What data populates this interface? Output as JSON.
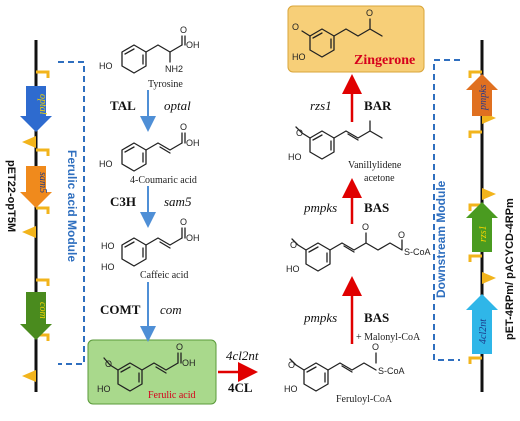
{
  "left_plasmid": {
    "name": "pET22-opT5M",
    "module": "Ferulic acid Module",
    "genes": [
      "optal",
      "sam5",
      "com"
    ],
    "gene_colors": [
      "#2e6bcf",
      "#f08a1c",
      "#4a8b1e"
    ]
  },
  "right_plasmid": {
    "name": "pET-4RPm/ pACYCD-4RPm",
    "module": "Downstream Module",
    "genes": [
      "pmpks",
      "rzs1",
      "4cl2nt"
    ],
    "gene_colors": [
      "#e07020",
      "#4a9b20",
      "#2fb6e8"
    ]
  },
  "pathway": {
    "tyrosine": "Tyrosine",
    "coumaric": "4-Coumaric acid",
    "caffeic": "Caffeic acid",
    "ferulic": "Ferulic acid",
    "feruloyl": "Feruloyl-CoA",
    "vanillylidene_1": "Vanillylidene",
    "vanillylidene_2": "acetone",
    "zingerone": "Zingerone",
    "malonyl": "+ Malonyl-CoA"
  },
  "steps": {
    "tal_enzyme": "TAL",
    "tal_gene": "optal",
    "c3h_enzyme": "C3H",
    "c3h_gene": "sam5",
    "comt_enzyme": "COMT",
    "comt_gene": "com",
    "cl_enzyme": "4CL",
    "cl_gene": "4cl2nt",
    "bas1_enzyme": "BAS",
    "bas1_gene": "pmpks",
    "bas2_enzyme": "BAS",
    "bas2_gene": "pmpks",
    "bar_enzyme": "BAR",
    "bar_gene": "rzs1"
  },
  "atoms": {
    "ho": "HO",
    "oh": "OH",
    "nh2": "NH2",
    "o": "O",
    "scoa": "S-CoA"
  },
  "colors": {
    "blue_arrow": "#4f8fd6",
    "red_arrow": "#e00000",
    "ferulic_box": "#a9d98c",
    "zingerone_box": "#f7cf78",
    "module_dash": "#2f6fbf"
  }
}
